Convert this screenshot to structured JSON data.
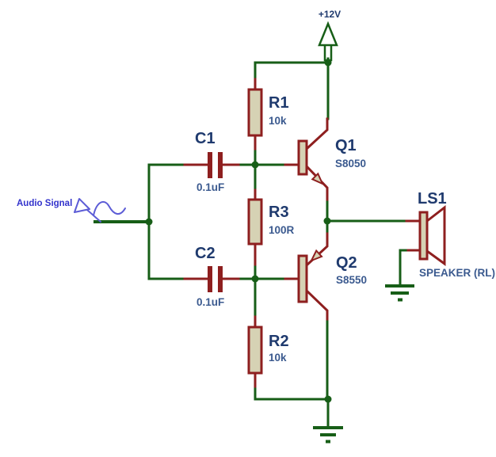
{
  "colors": {
    "wire": "#175e17",
    "comp": "#8e1f1f",
    "compfill": "#d6d2b4",
    "reftext": "#1f3a6e",
    "valtext": "#3b5a8f",
    "inputtext": "#3333cc",
    "inputsym": "#5c5cd6",
    "bg": "#ffffff"
  },
  "power": {
    "label": "+12V"
  },
  "input": {
    "label": "Audio Signal"
  },
  "components": {
    "r1": {
      "ref": "R1",
      "value": "10k"
    },
    "r2": {
      "ref": "R2",
      "value": "10k"
    },
    "r3": {
      "ref": "R3",
      "value": "100R"
    },
    "c1": {
      "ref": "C1",
      "value": "0.1uF"
    },
    "c2": {
      "ref": "C2",
      "value": "0.1uF"
    },
    "q1": {
      "ref": "Q1",
      "value": "S8050"
    },
    "q2": {
      "ref": "Q2",
      "value": "S8550"
    },
    "ls1": {
      "ref": "LS1",
      "value": "SPEAKER (RL)"
    }
  }
}
